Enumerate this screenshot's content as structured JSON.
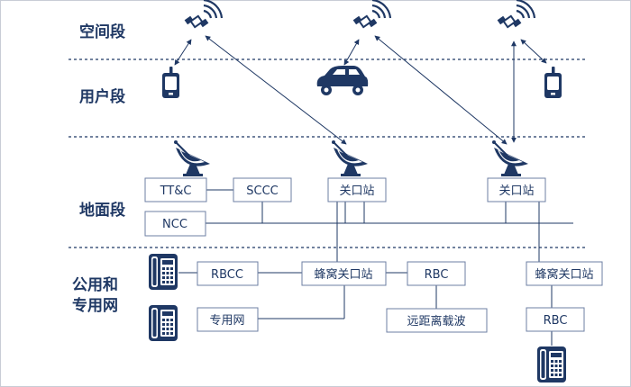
{
  "segments": {
    "space": "空间段",
    "user": "用户段",
    "ground": "地面段",
    "network_line1": "公用和",
    "network_line2": "专用网"
  },
  "boxes": {
    "ttc": "TT&C",
    "sccc": "SCCC",
    "ncc": "NCC",
    "gateway1": "关口站",
    "gateway2": "关口站",
    "rbcc": "RBCC",
    "cellular_gateway1": "蜂窝关口站",
    "rbc1": "RBC",
    "private_network": "专用网",
    "remote_carrier": "远距离载波",
    "cellular_gateway2": "蜂窝关口站",
    "rbc2": "RBC"
  },
  "colors": {
    "navy": "#1f3864",
    "border": "#6d7fa3",
    "background": "#ffffff"
  },
  "icons": [
    "satellite-icon",
    "handheld-phone-icon",
    "car-icon",
    "satellite-dish-icon",
    "desk-phone-icon"
  ]
}
